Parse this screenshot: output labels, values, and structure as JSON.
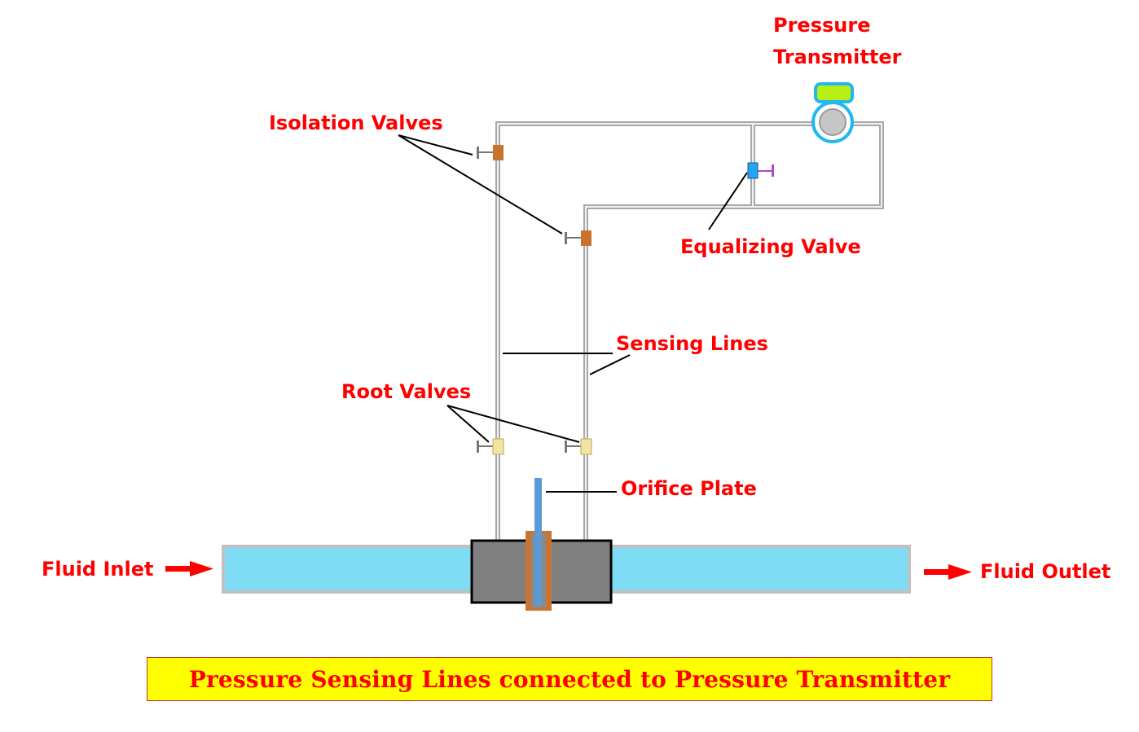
{
  "labels": {
    "pressure_transmitter_line1": "Pressure",
    "pressure_transmitter_line2": "Transmitter",
    "isolation_valves": "Isolation Valves",
    "equalizing_valve": "Equalizing Valve",
    "sensing_lines": "Sensing Lines",
    "root_valves": "Root Valves",
    "orifice_plate": "Orifice Plate",
    "fluid_inlet": "Fluid Inlet",
    "fluid_outlet": "Fluid Outlet"
  },
  "caption": "Pressure Sensing Lines connected to Pressure Transmitter",
  "colors": {
    "label": "#ff0000",
    "caption_background": "#ffff00",
    "fluid": "#7fdcf5",
    "pipe_outline": "#c0c0c0",
    "tubing": "#bdbdbd",
    "orifice_block": "#808080",
    "orifice_holder": "#c87533",
    "orifice_plate": "#5b9bd5",
    "isolation_valve": "#c8742f",
    "root_valve": "#f3e4a2",
    "equalizing_valve": "#1fa7ef",
    "equalizing_handle": "#a64ac9",
    "transmitter_ring": "#22b8ef",
    "transmitter_display": "#b8f016",
    "arrow": "#ff0000"
  }
}
